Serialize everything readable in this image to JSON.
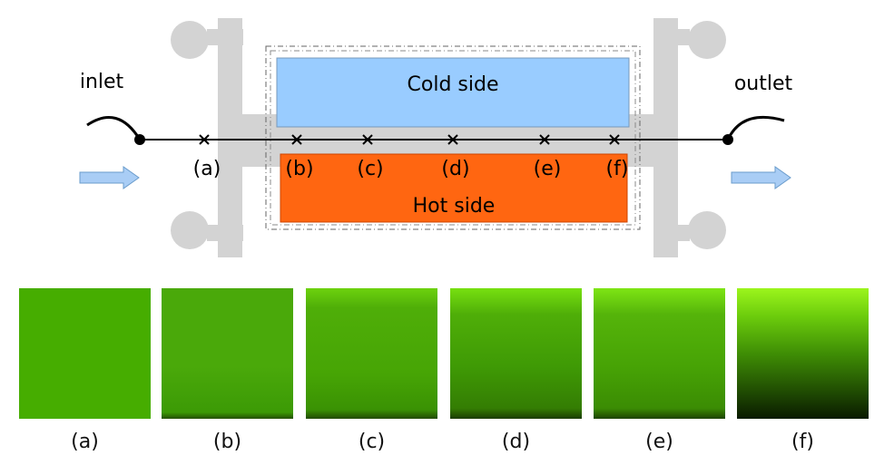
{
  "diagram": {
    "inlet_label": "inlet",
    "outlet_label": "outlet",
    "cold_side_label": "Cold side",
    "hot_side_label": "Hot side",
    "point_labels": [
      "(a)",
      "(b)",
      "(c)",
      "(d)",
      "(e)",
      "(f)"
    ],
    "colors": {
      "cold": "#99ccff",
      "hot": "#ff6611",
      "frame": "#d3d3d3",
      "arrow": "#a9cdf5"
    }
  },
  "panels": [
    {
      "label": "(a)"
    },
    {
      "label": "(b)"
    },
    {
      "label": "(c)"
    },
    {
      "label": "(d)"
    },
    {
      "label": "(e)"
    },
    {
      "label": "(f)"
    }
  ]
}
